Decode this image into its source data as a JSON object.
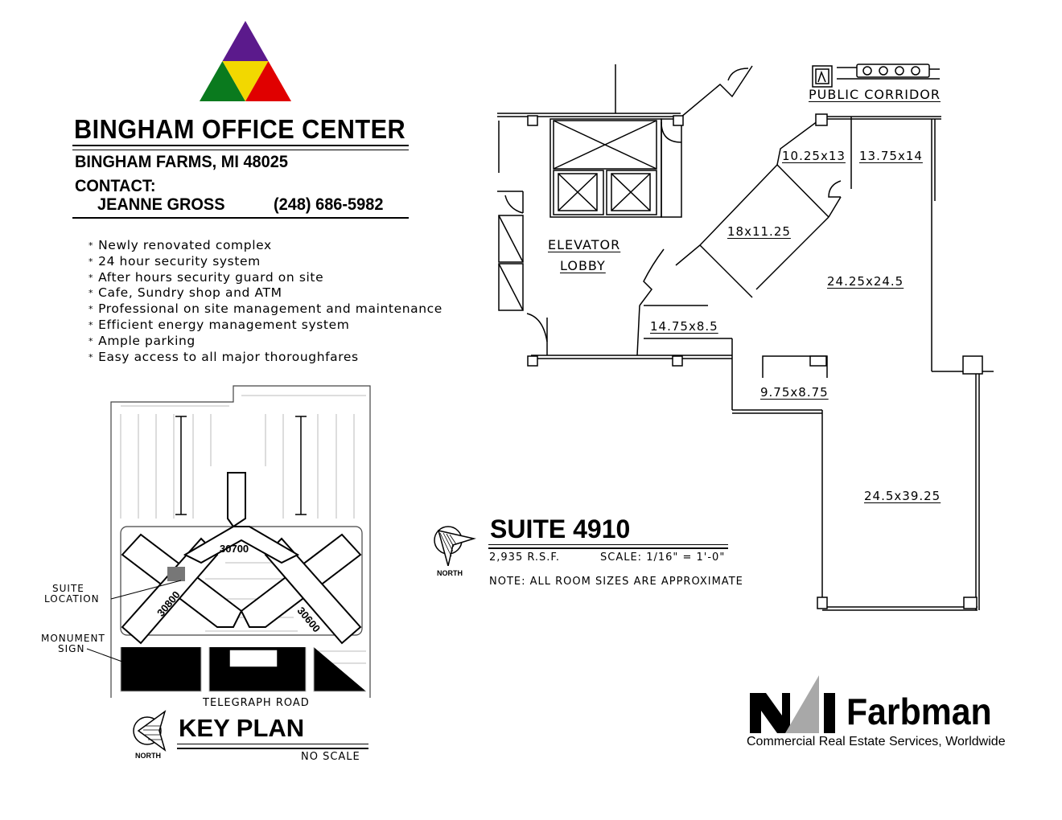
{
  "header": {
    "logo": {
      "name": "triangle-logo",
      "colors": {
        "top": "#5b1a8c",
        "left": "#0a7a1e",
        "center": "#f2d800",
        "right": "#e00000"
      }
    },
    "title": "BINGHAM OFFICE CENTER",
    "location": "BINGHAM FARMS, MI 48025",
    "contact_label": "CONTACT:",
    "contact_name": "JEANNE GROSS",
    "contact_phone": "(248) 686-5982"
  },
  "features": [
    "Newly renovated complex",
    "24 hour security system",
    "After hours security guard on site",
    "Cafe, Sundry shop and ATM",
    "Professional on site management and maintenance",
    "Efficient energy management system",
    "Ample parking",
    "Easy access to all major thoroughfares"
  ],
  "feature_bullet": "*",
  "floor_plan": {
    "public_corridor": "PUBLIC CORRIDOR",
    "elevator_lobby_line1": "ELEVATOR",
    "elevator_lobby_line2": "LOBBY",
    "rooms": [
      {
        "label": "10.25x13"
      },
      {
        "label": "13.75x14"
      },
      {
        "label": "18x11.25"
      },
      {
        "label": "24.25x24.5"
      },
      {
        "label": "14.75x8.5"
      },
      {
        "label": "9.75x8.75"
      },
      {
        "label": "24.5x39.25"
      }
    ]
  },
  "suite": {
    "title": "SUITE 4910",
    "area": "2,935 R.S.F.",
    "scale": "SCALE: 1/16\" = 1'-0\"",
    "note": "NOTE: ALL ROOM SIZES ARE APPROXIMATE",
    "north_label": "NORTH"
  },
  "key_plan": {
    "title": "KEY PLAN",
    "scale": "NO SCALE",
    "north_label": "NORTH",
    "road": "TELEGRAPH ROAD",
    "suite_location_line1": "SUITE",
    "suite_location_line2": "LOCATION",
    "monument_line1": "MONUMENT",
    "monument_line2": "SIGN",
    "buildings": [
      "30700",
      "30800",
      "30600"
    ]
  },
  "footer_logo": {
    "mark": "NAI",
    "name": "Farbman",
    "tagline": "Commercial Real Estate Services, Worldwide",
    "mark_gray": "#a8a8a8"
  }
}
